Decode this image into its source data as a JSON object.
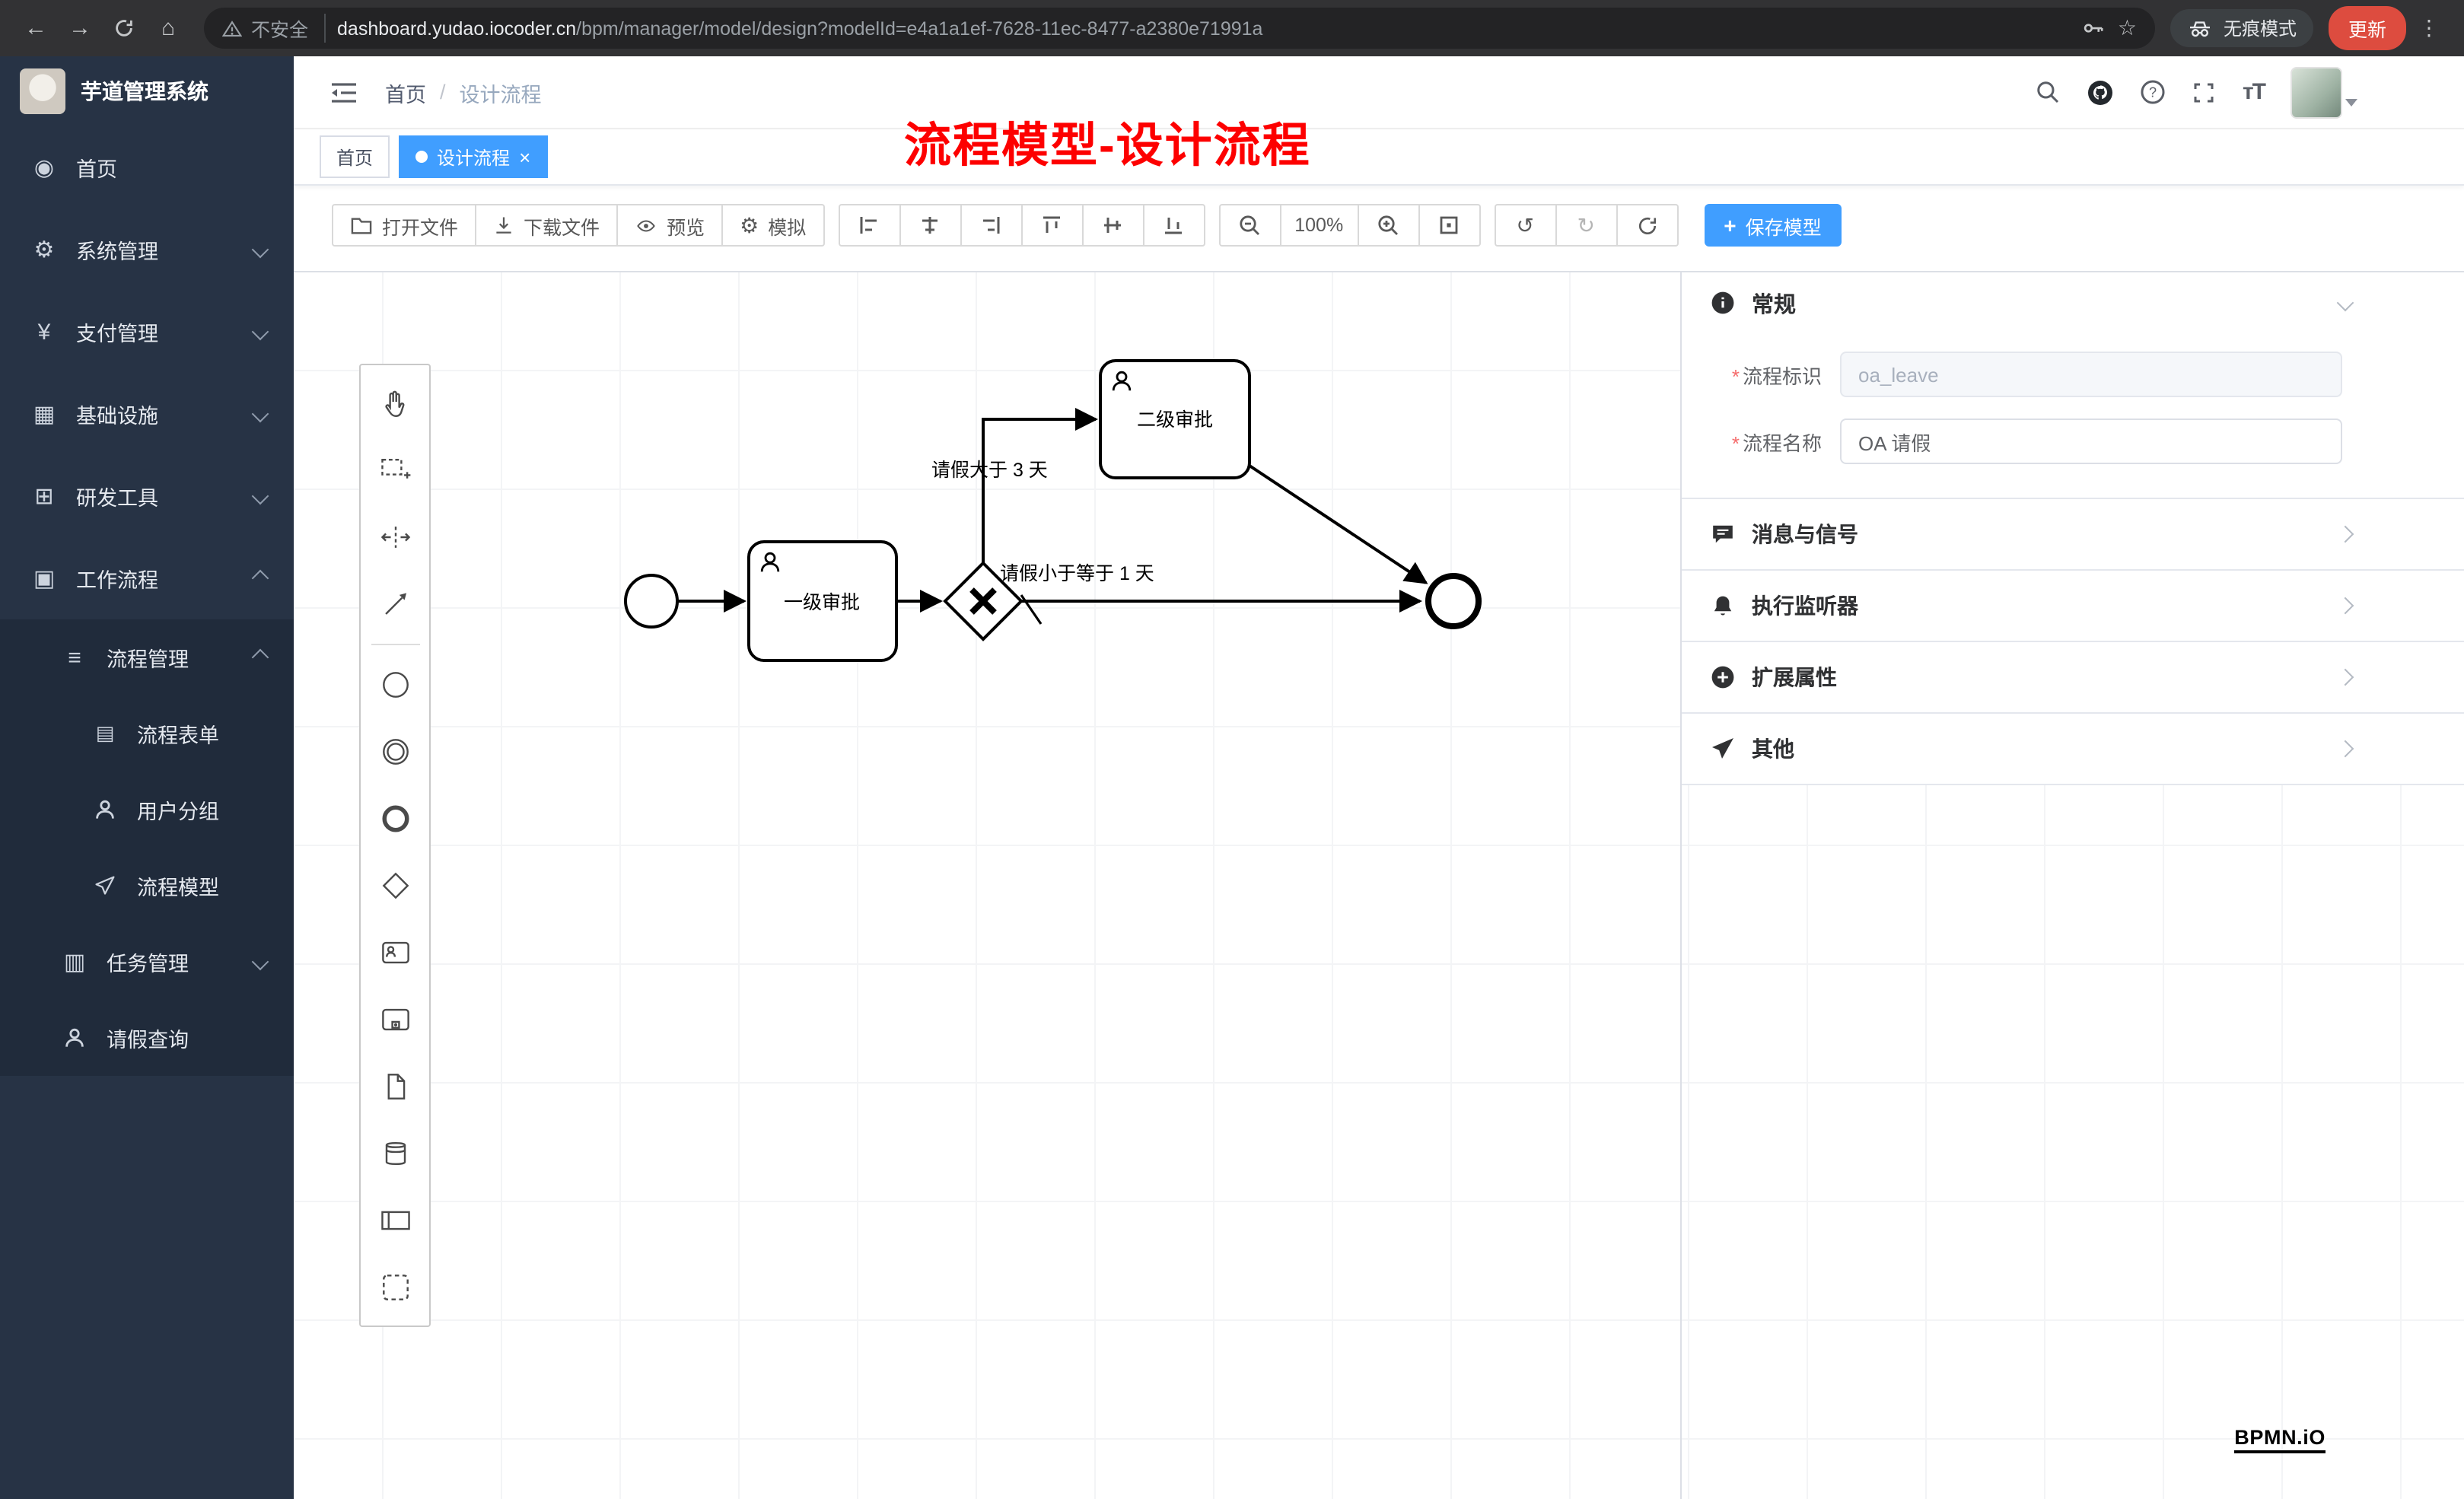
{
  "browser": {
    "security": "不安全",
    "host": "dashboard.yudao.iocoder.cn",
    "path": "/bpm/manager/model/design?modelId=e4a1a1ef-7628-11ec-8477-a2380e71991a",
    "incognito": "无痕模式",
    "update": "更新"
  },
  "sidebar": {
    "title": "芋道管理系统",
    "items": [
      {
        "label": "首页"
      },
      {
        "label": "系统管理"
      },
      {
        "label": "支付管理"
      },
      {
        "label": "基础设施"
      },
      {
        "label": "研发工具"
      },
      {
        "label": "工作流程"
      }
    ],
    "submenu": {
      "label": "流程管理",
      "children": [
        {
          "label": "流程表单"
        },
        {
          "label": "用户分组"
        },
        {
          "label": "流程模型"
        }
      ]
    },
    "task_mgmt": "任务管理",
    "leave_query": "请假查询"
  },
  "breadcrumb": {
    "home": "首页",
    "separator": "/",
    "current": "设计流程"
  },
  "annotation": "流程模型-设计流程",
  "tabs": [
    {
      "label": "首页"
    },
    {
      "label": "设计流程"
    }
  ],
  "toolbar": {
    "open": "打开文件",
    "download": "下载文件",
    "preview": "预览",
    "simulate": "模拟",
    "zoom": "100%",
    "save_plus": "+",
    "save": "保存模型"
  },
  "panel": {
    "general": "常规",
    "required_mark": "*",
    "fields": [
      {
        "label": "流程标识",
        "value": "oa_leave"
      },
      {
        "label": "流程名称",
        "value": "OA 请假"
      }
    ],
    "sections": [
      {
        "label": "消息与信号"
      },
      {
        "label": "执行监听器"
      },
      {
        "label": "扩展属性"
      },
      {
        "label": "其他"
      }
    ]
  },
  "diagram": {
    "task1": "一级审批",
    "task2": "二级审批",
    "flow_gt3": "请假大于 3 天",
    "flow_le1": "请假小于等于 1 天",
    "logo": "BPMN.iO"
  }
}
